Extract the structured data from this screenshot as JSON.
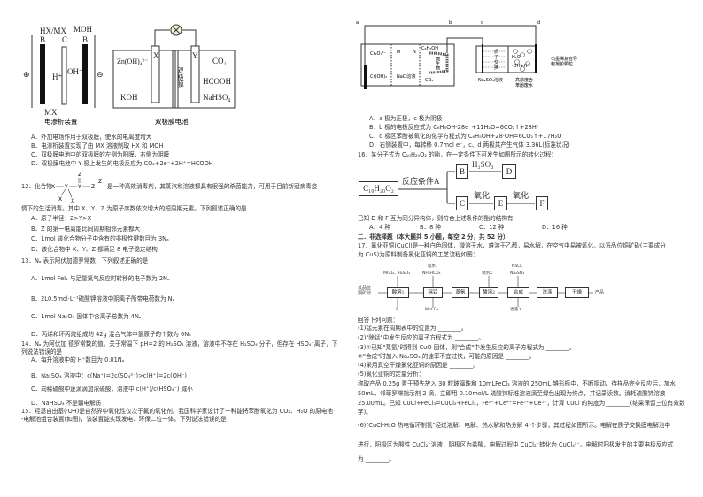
{
  "q11": {
    "fig1": {
      "caption": "电渗析装置",
      "hxmx": "HX/MX",
      "moh": "MOH",
      "b1": "B",
      "c": "C",
      "b2": "B",
      "h": "H⁺",
      "oh": "OH⁻",
      "mx": "MX",
      "plus": "⊕",
      "minus": "⊖"
    },
    "fig2": {
      "caption": "双极膜电池",
      "zn": "Zn(OH)₄²⁻",
      "x": "X",
      "y": "Y",
      "membrane": "双极膜",
      "co2": "CO₂",
      "hcooh": "HCOOH",
      "koh": "KOH",
      "nahso4": "NaHSO₄"
    },
    "options": [
      "A．外加电场作用于双极膜，使水的电离度增大",
      "B．电渗析装置实现了由 MX 溶液制取 HX 和 MOH",
      "C．双极膜电池中的双极膜的左侧为阳膜，右侧为阴膜",
      "D．双极膜电池中 Y 极上发生的电极反应为 CO₂+2e⁻+2H⁺=HCOOH"
    ]
  },
  "q12": {
    "stem1_pre": "12．化合物",
    "structure": {
      "x": "X",
      "y": "Y",
      "z": "Z"
    },
    "stem1_post": "是一种高效消毒剂，其蒸汽和溶液都具有很强的杀菌能力，可用于目前新冠病毒疫",
    "stem2": "情下的生活消毒。其中 X、Y、Z 为原子序数依次增大的短周期元素。下列叙述正确的是",
    "options": [
      "A．原子半径：Z>Y>X",
      "B．Z 的第一电离能比同周期相邻元素都大",
      "C．1mol 该化合物分子中含有的非极性键数目为 3Nₐ",
      "D．该化合物中 X、Y、Z 都满足 8 电子稳定结构"
    ]
  },
  "q13": {
    "stem": "13．Nₐ 表示阿伏加德罗常数，下列叙述正确的是",
    "options": [
      "A．1mol FeI₂ 与足量氯气反应时转移的电子数为 2Nₐ",
      "B．2L0.5mol·L⁻¹硫酸钾溶液中阴离子所带电荷数为 Nₐ",
      "C．1mol Na₂O₂ 固体中含离子总数为 4Nₐ",
      "D．丙烯和环丙烷组成的 42g 混合气体中氢原子的个数为 6Nₐ"
    ]
  },
  "q14": {
    "stem1": "14．Nₐ 为阿伏加 德罗常数的值。关于常温下 pH=2 的 H₂SO₄ 溶液，溶液中不存在 H₂SO₄ 分子，但存在 HSO₄⁻离子，下",
    "stem2": "列说法错误的是",
    "options": [
      "A．每升溶液中的 H⁺数目为 0.01Nₐ",
      "B．Na₂SO₄ 溶液中：c(Na⁺)=2c(SO₄²⁻)>c(H⁺)=2c(OH⁻)",
      "C．向稀硫酸中逐滴滴加浓硫酸，溶液中 c(H⁺)/c(HSO₄⁻) 减小",
      "D．NaHSO₄ 不是弱电解质"
    ]
  },
  "q15": {
    "stem1": "15．羟基自由基(·OH)是自然界中氧化性仅次于氟的氧化剂。我国科学家设计了一种能将苯酚氧化为 CO₂、H₂O 的原电池",
    "stem2": "-电解池组合装置(如图)，该装置能实现发电、环保二位一体。下列说法错误的是",
    "fig": {
      "a": "a",
      "b": "b",
      "c": "c",
      "d": "d",
      "cr2o7": "Cr₂O₇²⁻",
      "croh3": "Cr(OH)₃",
      "m": "M",
      "n": "N",
      "nacl": "NaCl溶液",
      "phenol": "C₆H₅OH",
      "microbe": "微生物",
      "co2": "CO₂",
      "membrane": [
        "质",
        "子",
        "交",
        "换",
        "膜"
      ],
      "h2o": "H₂O",
      "ohh": "·OH+H⁺",
      "graphene": "石墨烯复合导",
      "graphene2": "电凝胶颗粒",
      "na2so4": "Na₂SO₄溶液",
      "waste1": "高浓度含",
      "waste2": "苯酚废水"
    },
    "options": [
      "A．a 极为正极，c 极为阴极",
      "B．b 极的电极反应式为 C₆H₅OH-28e⁻+11H₂O=6CO₂↑+28H⁺",
      "C．d 极区苯酚被氧化的化学方程式为 C₆H₅OH+28·OH=6CO₂↑+17H₂O",
      "D．右侧装置中，每转移 0.7mol e⁻，c、d 两极共产生气体 3.36L(标准状况)"
    ]
  },
  "q16": {
    "stem": "16．某分子式为 C₁₀H₂₀O₂ 的酯，在一定条件下可发生如图所示的转化过程：",
    "flow": {
      "start": "C₁₀H₂₀O₂",
      "cond": "反应条件A",
      "b": "B",
      "h2so4": "H₂SO₄",
      "d": "D",
      "c": "C",
      "ox1": "氧化",
      "e": "E",
      "ox2": "氧化",
      "f": "F"
    },
    "stem2": "已知 D 和 F 互为同分异构体，则符合上述条件的酯的结构有",
    "options": [
      "A．4 种",
      "B．8 种",
      "C．12 种",
      "D．16 种"
    ]
  },
  "section2": "二．非选择题（本大题共 5 小题，每空 2 分，共 52 分）",
  "q17": {
    "stem1": "17．氯化亚铜(CuCl)是一种白色固体，微溶于水，难溶于乙醇，易水解，在空气中易被氧化。以低品位铜矿砂(主要成分",
    "stem2": "为 CuS)为原料制备氯化亚铜的工艺流程如图：",
    "flow": {
      "raw1": "低品位",
      "raw2": "铜矿砂",
      "steps": [
        "酸溶1",
        "除锰",
        "蒸氨",
        "酸溶2",
        "合成",
        "洗涤",
        "干燥"
      ],
      "product": "产品",
      "in1": "MnO₂、H₂SO₄",
      "in2a": "氨水、",
      "in2b": "NH₄HCO₃",
      "in3": "试剂X",
      "in4a": "NaCl、",
      "in4b": "Na₂SO₃",
      "out1": "S",
      "out2": "MnCO₃",
      "out3": "滤渣 Y"
    },
    "lines": [
      "回答下列问题：",
      "(1)锰元素在周期表中的位置为 ________。",
      "(2)\"除锰\"中发生反应的离子方程式为 ________。",
      "(3)①已知\"蒸氨\"时得到 CuO 固体，则\"合成\"中发生反应的离子方程式为 ________。",
      "②\"合成\"时加入 Na₂SO₃ 的速率不宜过快，可能的原因是 ________。",
      "(4)采用真空干燥氯化亚铜的原因是 ________。",
      "(5)氯化亚铜的定量分析：",
      "称取产品 0.25g 置于预先放入 30 粒玻璃珠和 10mLFeCl₃ 溶液的 250mL 锥形瓶中，不断摇动，待样品完全反应后，加水",
      "50mL，邻菲罗啉指示剂 2 滴，立即用 0.10mol/L 硫酸铈标准溶液滴至绿色出现为终点，并记录读数。消耗硫酸铈溶液",
      "25.00mL。已知 CuCl+FeCl₃=CuCl₂+FeCl₂，Fe²⁺+Ce⁴⁺=Fe³⁺+Ce³⁺，计算 CuCl 的纯度为 ________(结果保留三位有效数",
      "字)。",
      "(6)\"CuCl-H₂O 热电循环制氢\"经过溶解、电解、热水解和热分解 4 个步骤，其过程如图所示。电解在质子交换膜电解池中",
      "进行，阳极区为酸性 CuCl₂⁻溶液，阴极区为盐酸，电解过程中 CuCl₂⁻转化为 CuCl₄²⁻。电解时阳极发生的主要电极反应式",
      "为 ________。"
    ]
  }
}
